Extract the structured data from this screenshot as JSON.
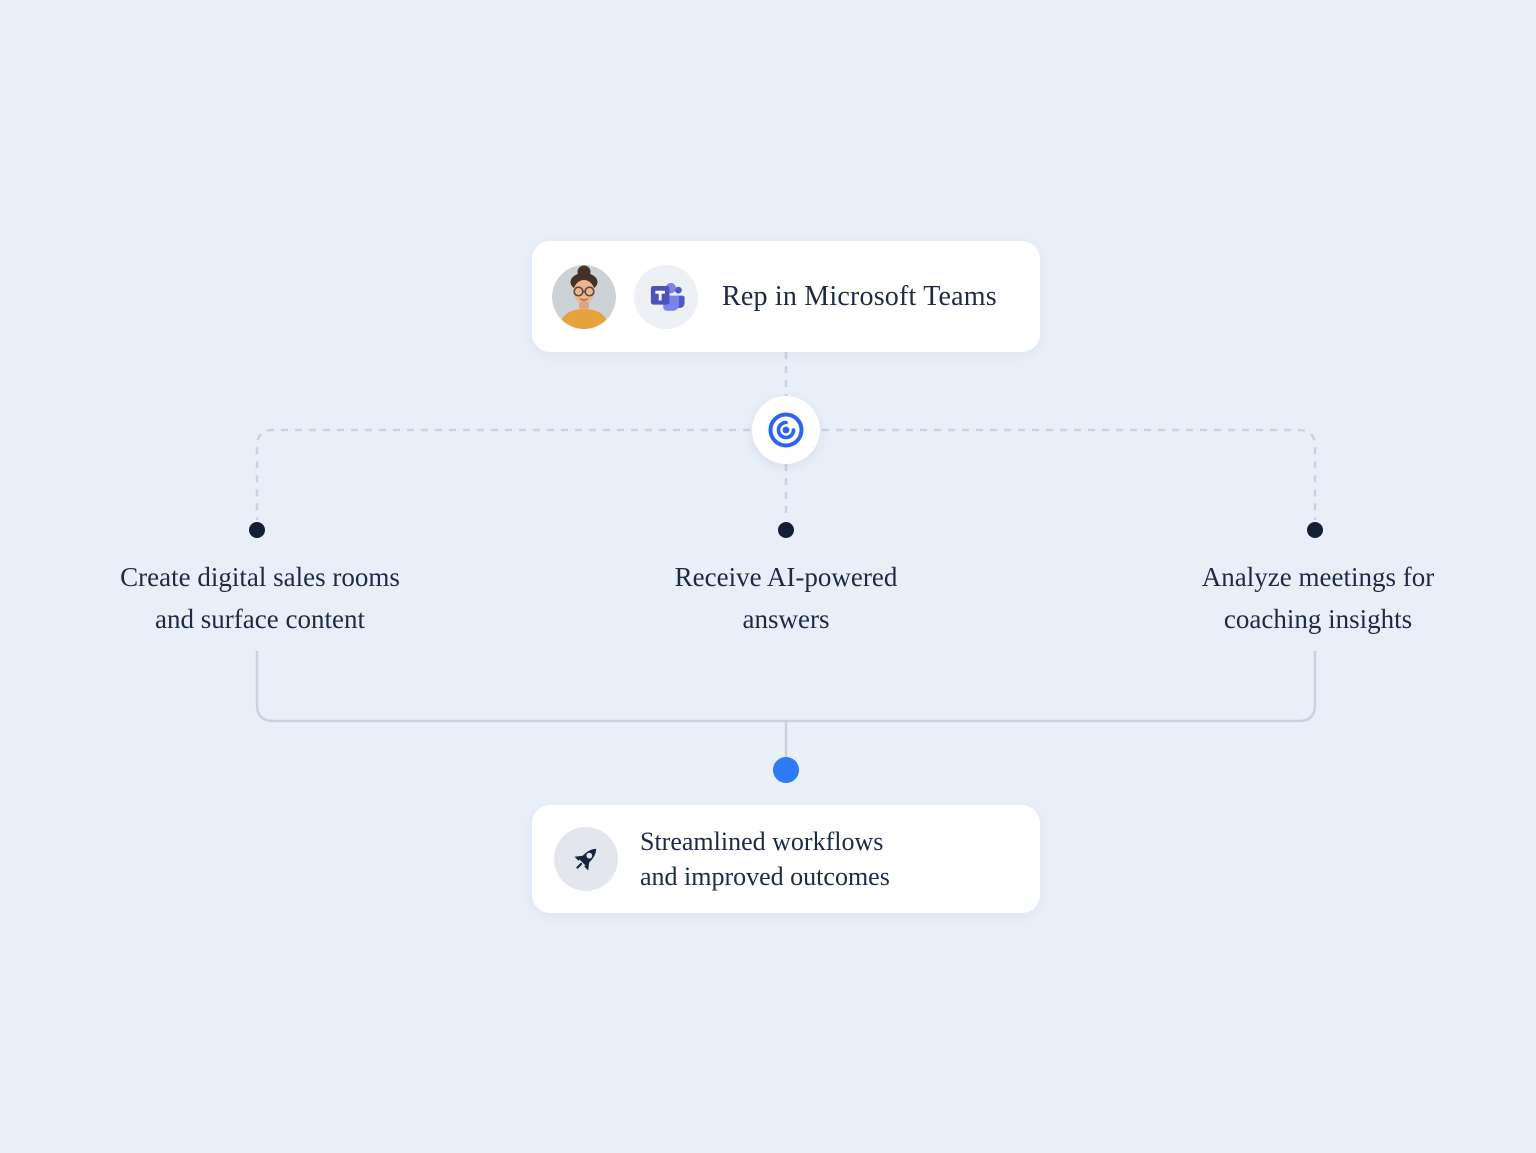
{
  "top_card": {
    "label": "Rep in Microsoft Teams"
  },
  "branches": [
    {
      "line1": "Create digital sales rooms",
      "line2": "and surface content"
    },
    {
      "line1": "Receive AI-powered",
      "line2": "answers"
    },
    {
      "line1": "Analyze meetings for",
      "line2": "coaching insights"
    }
  ],
  "bottom_card": {
    "line1": "Streamlined workflows",
    "line2": "and improved outcomes"
  },
  "icons": {
    "avatar": "rep-avatar-photo",
    "teams": "microsoft-teams-logo",
    "hub": "platform-spiral-logo",
    "rocket": "rocket-launch"
  },
  "colors": {
    "background": "#e9eff8",
    "card": "#ffffff",
    "text": "#1b2b45",
    "connector": "#c9d2de",
    "node_dark": "#131f33",
    "node_blue": "#2e7bf6",
    "hub_blue": "#2b66ea",
    "teams_purple": "#4b53bc"
  }
}
